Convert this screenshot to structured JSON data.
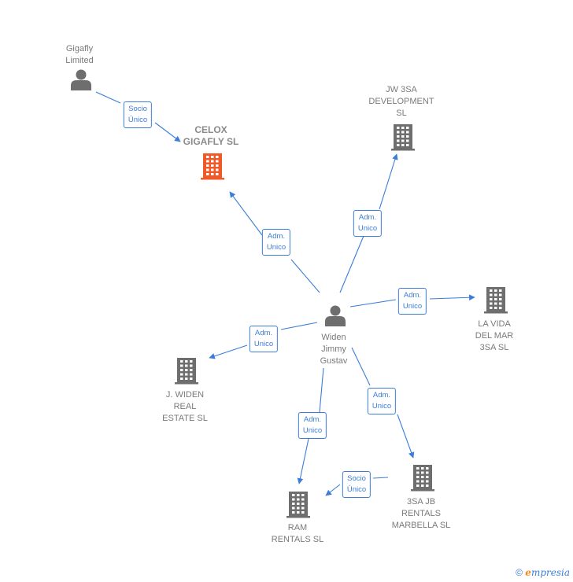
{
  "colors": {
    "edge": "#3b7dd8",
    "company": "#6e6e6e",
    "focus_company": "#f05a28",
    "person": "#6e6e6e"
  },
  "nodes": [
    {
      "id": "gigafly",
      "kind": "person",
      "label": "Gigafly\nLimited"
    },
    {
      "id": "celox",
      "kind": "company",
      "focus": true,
      "label": "CELOX\nGIGAFLY  SL"
    },
    {
      "id": "jw3sa",
      "kind": "company",
      "label": "JW 3SA\nDEVELOPMENT\nSL"
    },
    {
      "id": "widen",
      "kind": "person",
      "label": "Widen\nJimmy\nGustav"
    },
    {
      "id": "lavida",
      "kind": "company",
      "label": "LA VIDA\nDEL MAR\n3SA  SL"
    },
    {
      "id": "jwiden",
      "kind": "company",
      "label": "J. WIDEN\nREAL\nESTATE  SL"
    },
    {
      "id": "ram",
      "kind": "company",
      "label": "RAM\nRENTALS  SL"
    },
    {
      "id": "3sajb",
      "kind": "company",
      "label": "3SA JB\nRENTALS\nMARBELLA  SL"
    }
  ],
  "edges": [
    {
      "from": "gigafly",
      "to": "celox",
      "label": "Socio\nÚnico"
    },
    {
      "from": "widen",
      "to": "celox",
      "label": "Adm.\nUnico"
    },
    {
      "from": "widen",
      "to": "jw3sa",
      "label": "Adm.\nUnico"
    },
    {
      "from": "widen",
      "to": "lavida",
      "label": "Adm.\nUnico"
    },
    {
      "from": "widen",
      "to": "jwiden",
      "label": "Adm.\nUnico"
    },
    {
      "from": "widen",
      "to": "ram",
      "label": "Adm.\nUnico"
    },
    {
      "from": "widen",
      "to": "3sajb",
      "label": "Adm.\nUnico"
    },
    {
      "from": "3sajb",
      "to": "ram",
      "label": "Socio\nÚnico"
    }
  ],
  "footer": {
    "copyright": "©",
    "brand_initial": "e",
    "brand_rest": "mpresia"
  }
}
